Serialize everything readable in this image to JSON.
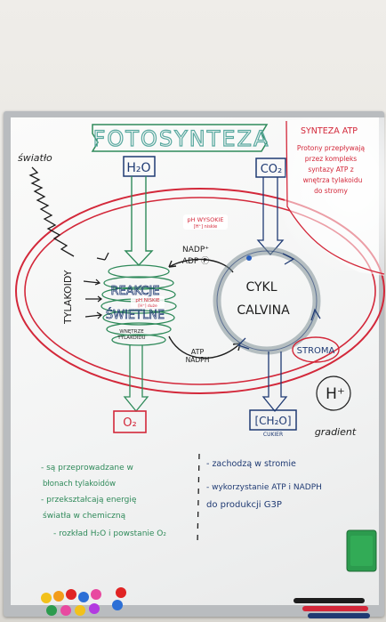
{
  "board": {
    "title": "FOTOSYNTEZA",
    "light_label": "światło",
    "thylakoids_label": "TYLAKOIDY",
    "water": "H₂O",
    "co2": "CO₂",
    "oxygen": "O₂",
    "sugar": "[CH₂O]",
    "sugar_caption": "CUKIER",
    "ph_high": "pH WYSOKIE",
    "ph_high_sub": "[H⁺] niskie",
    "nadp_line1": "NADP⁺",
    "nadp_line2": "ADP Ⓟ",
    "light_reactions_line1": "REAKCJE",
    "light_reactions_line2": "ŚWIETLNE",
    "ph_low": "pH NISKIE",
    "ph_low_sub": "[H⁺] duże",
    "inside_thylakoids_line1": "WNĘTRZE",
    "inside_thylakoids_line2": "TYLAKOIDU",
    "atp_line1": "ATP",
    "atp_line2": "NADPH",
    "calvin_line1": "CYKL",
    "calvin_line2": "CALVINA",
    "stroma": "STROMA",
    "gradient_symbol": "H⁺",
    "gradient_label": "gradient",
    "atp_synthase_title": "SYNTEZA ATP",
    "atp_synthase_lines": [
      "Protony przepływają",
      "przez kompleks",
      "syntazy ATP z",
      "wnętrza tylakoidu",
      "do stromy"
    ],
    "left_notes": [
      "- są przeprowadzane w",
      "błonach tylakoidów",
      "- przekształcają energię",
      "światła w chemiczną",
      "- rozkład H₂O i powstanie O₂"
    ],
    "right_notes": [
      "- zachodzą w stromie",
      "- wykorzystanie ATP i NADPH",
      "do produkcji G3P"
    ]
  },
  "colors": {
    "green": "#2f8a5a",
    "navy": "#1f3a73",
    "red": "#d3283a",
    "black": "#1d1d1d",
    "teal": "#5aa9a0",
    "eraser": "#2c9b4e"
  }
}
